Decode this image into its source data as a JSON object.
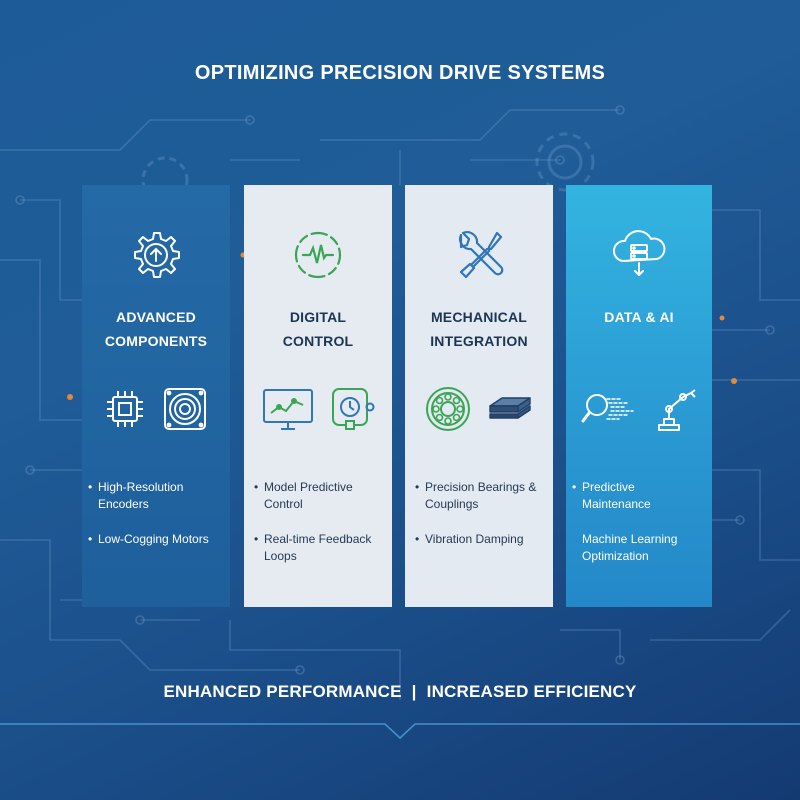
{
  "title": "OPTIMIZING PRECISION DRIVE SYSTEMS",
  "panels": [
    {
      "heading_line1": "ADVANCED",
      "heading_line2": "COMPONENTS",
      "main_icon": "gear-arrow-icon",
      "sub_icons": [
        "microchip-icon",
        "motor-icon"
      ],
      "bullets": [
        "High-Resolution Encoders",
        "Low-Cogging Motors"
      ]
    },
    {
      "heading_line1": "DIGITAL",
      "heading_line2": "CONTROL",
      "main_icon": "signal-cycle-icon",
      "sub_icons": [
        "monitor-chart-icon",
        "control-timer-icon"
      ],
      "bullets": [
        "Model Predictive Control",
        "Real-time Feedback Loops"
      ]
    },
    {
      "heading_line1": "MECHANICAL",
      "heading_line2": "INTEGRATION",
      "main_icon": "wrench-screwdriver-icon",
      "sub_icons": [
        "bearing-icon",
        "damping-pad-icon"
      ],
      "bullets": [
        "Precision Bearings & Couplings",
        "Vibration Damping"
      ]
    },
    {
      "heading_line1": "DATA & AI",
      "heading_line2": "",
      "main_icon": "cloud-server-icon",
      "sub_icons": [
        "magnifier-data-icon",
        "robot-arm-icon"
      ],
      "bullets": [
        "Predictive Maintenance",
        "Machine Learning Optimization"
      ]
    }
  ],
  "footer": {
    "left": "ENHANCED PERFORMANCE",
    "separator": "|",
    "right": "INCREASED EFFICIENCY"
  },
  "colors": {
    "background": "#1d5b98",
    "panel_dark": "#246aa6",
    "panel_light": "#e6ebf2",
    "panel_cyan": "#33b4e0",
    "accent_green": "#3aa655",
    "accent_blue": "#2f77b8",
    "accent_orange": "#e28a3a"
  }
}
